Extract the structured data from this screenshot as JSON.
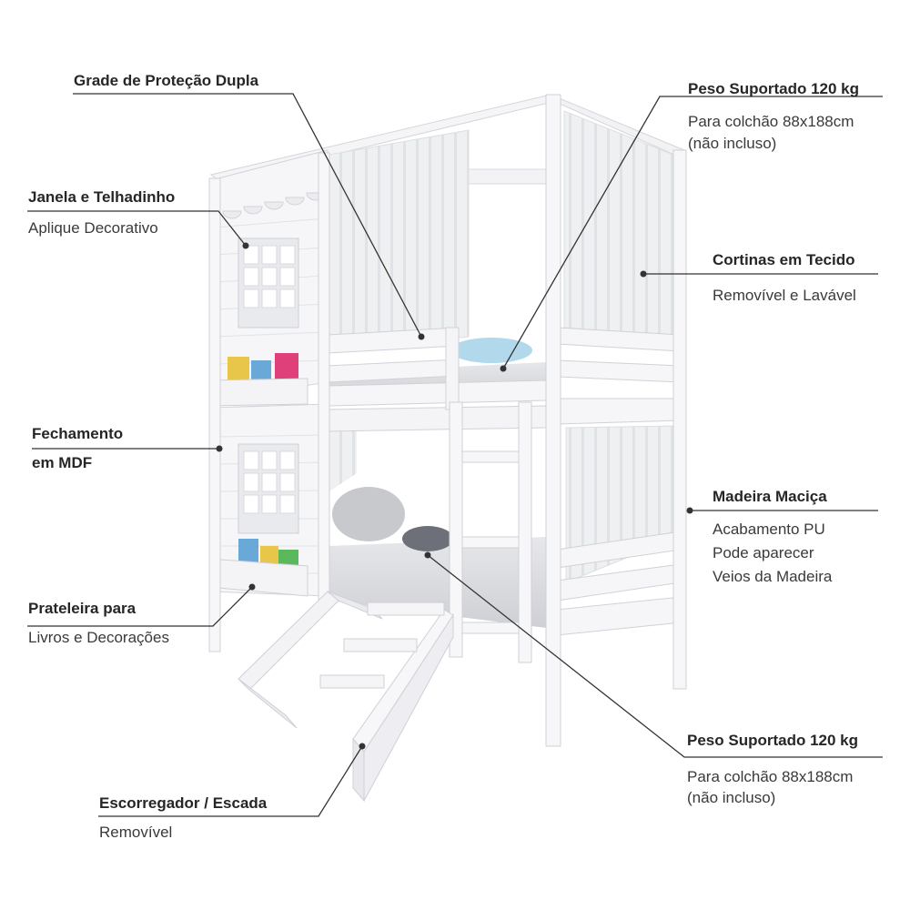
{
  "callouts": {
    "grade": {
      "title": "Grade de Proteção Dupla"
    },
    "janela": {
      "title": "Janela e Telhadinho",
      "sub": "Aplique Decorativo"
    },
    "fechamento": {
      "title_line1": "Fechamento",
      "title_line2": "em MDF"
    },
    "prateleira": {
      "title": "Prateleira para",
      "sub": "Livros e Decorações"
    },
    "escorregador": {
      "title": "Escorregador / Escada",
      "sub": "Removível"
    },
    "peso_top": {
      "title": "Peso Suportado 120 kg",
      "sub1": "Para colchão 88x188cm",
      "sub2": "(não incluso)"
    },
    "cortinas": {
      "title": "Cortinas em Tecido",
      "sub": "Removível e Lavável"
    },
    "madeira": {
      "title": "Madeira Maciça",
      "sub1": "Acabamento PU",
      "sub2": "Pode aparecer",
      "sub3": "Veios da Madeira"
    },
    "peso_bottom": {
      "title": "Peso Suportado 120 kg",
      "sub1": "Para colchão 88x188cm",
      "sub2": "(não incluso)"
    }
  },
  "colors": {
    "frame": "#f4f4f6",
    "frame_edge": "#d6d6dc",
    "curtain": "#eceef0",
    "mattress": "#dcdde1",
    "leader": "#333333"
  }
}
